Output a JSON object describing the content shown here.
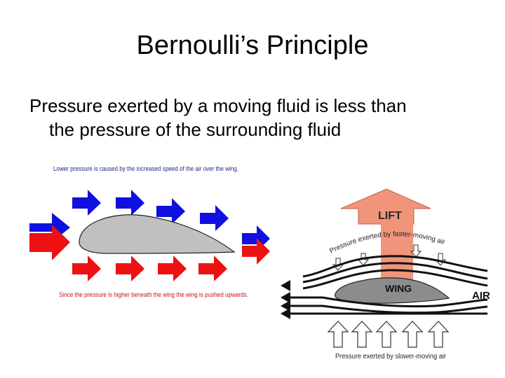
{
  "slide": {
    "title": "Bernoulli’s Principle",
    "body_line1": "Pressure exerted by a moving fluid is less than",
    "body_line2": "the pressure of the surrounding fluid"
  },
  "left_diagram": {
    "top_caption": "Lower pressure is caused by the increased speed of the air over the wing.",
    "bottom_caption": "Since the pressure is higher beneath the wing the wing is pushed upwards.",
    "colors": {
      "upper_arrows": "#1010e0",
      "lower_arrows": "#ee1111",
      "airfoil": "#c0c0c0",
      "caption_top": "#1a2a8a",
      "caption_bottom": "#cc1111"
    }
  },
  "right_diagram": {
    "lift_label": "LIFT",
    "wing_label": "WING",
    "air_label": "AIR",
    "top_curved_text": "Pressure exerted by faster-moving air",
    "bottom_text": "Pressure exerted by slower-moving air",
    "colors": {
      "lift_arrow": "#f0957a",
      "wing": "#8c8c8c"
    }
  }
}
